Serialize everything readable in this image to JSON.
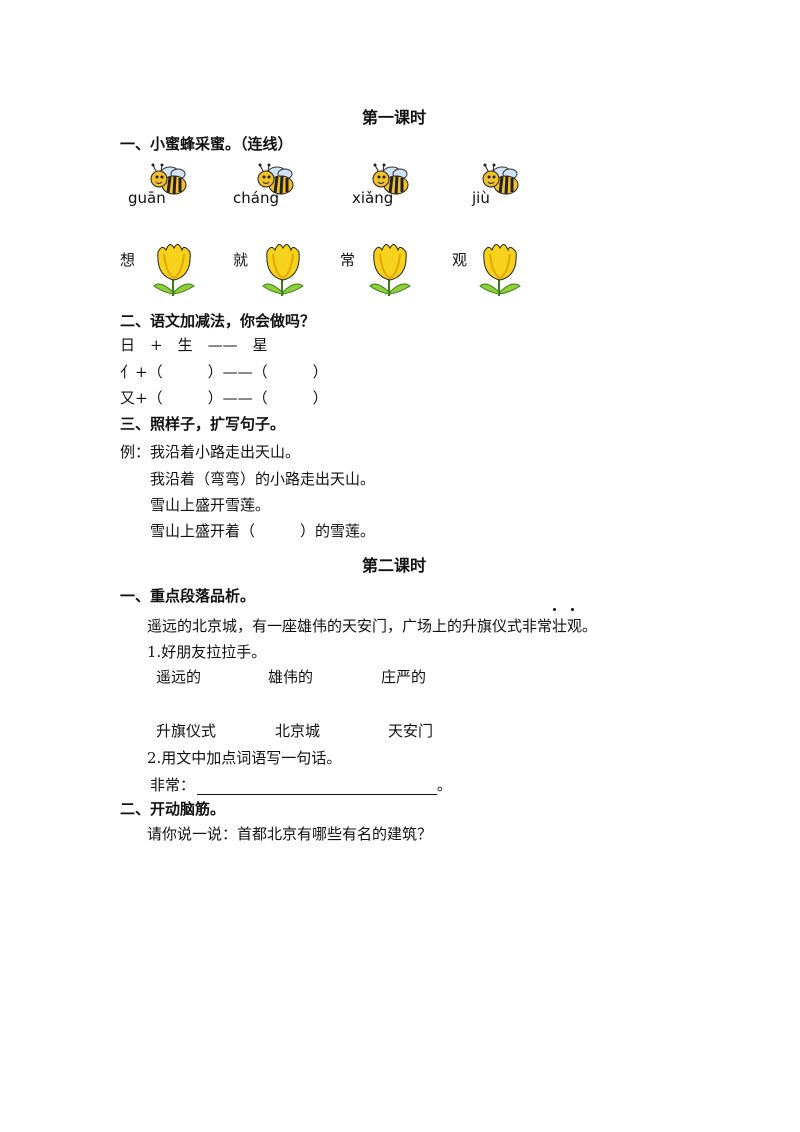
{
  "lesson1": {
    "title": "第一课时",
    "section1": {
      "heading": "一、小蜜蜂采蜜。（连线）",
      "pinyin": [
        "guān",
        "cháng",
        "xiǎng",
        "jiù"
      ],
      "hanzi": [
        "想",
        "就",
        "常",
        "观"
      ]
    },
    "section2": {
      "heading": "二、语文加减法，你会做吗？",
      "rows": [
        "日　+　生　——　星",
        "亻+（　　　）——（　　　）",
        "又+（　　　）——（　　　）"
      ]
    },
    "section3": {
      "heading": "三、照样子，扩写句子。",
      "lines": [
        "例：我沿着小路走出天山。",
        "我沿着（弯弯）的小路走出天山。",
        "雪山上盛开雪莲。",
        "雪山上盛开着（　　　）的雪莲。"
      ]
    }
  },
  "lesson2": {
    "title": "第二课时",
    "section1": {
      "heading": "一、重点段落品析。",
      "passage": "遥远的北京城，有一座雄伟的天安门，广场上的升旗仪式非常壮观。",
      "q1": "1.好朋友拉拉手。",
      "row1": [
        "遥远的",
        "雄伟的",
        "庄严的"
      ],
      "row2": [
        "升旗仪式",
        "北京城",
        "天安门"
      ],
      "q2": "2.用文中加点词语写一句话。",
      "fill_label": "非常：",
      "fill_end": "。"
    },
    "section2": {
      "heading": "二、开动脑筋。",
      "question": "请你说一说：首都北京有哪些有名的建筑？"
    }
  },
  "colors": {
    "bee_yellow": "#f2c02a",
    "bee_stripe": "#222222",
    "wing": "#cfe3f5",
    "flower_yellow": "#f7d21c",
    "flower_dark": "#e0a800",
    "leaf_green": "#8fcf3c"
  }
}
